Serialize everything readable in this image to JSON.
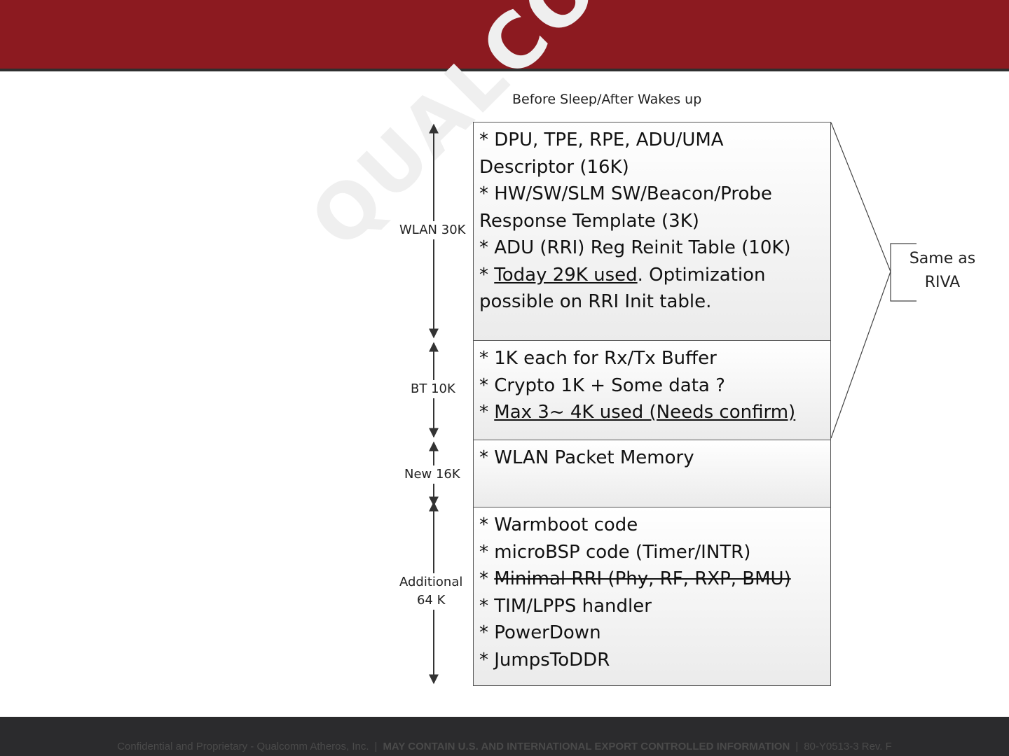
{
  "header": {
    "color": "#8c1a20"
  },
  "watermark": {
    "text": "QUALCOMM",
    "mark": "®"
  },
  "diagram": {
    "title": "Before Sleep/After Wakes up",
    "segments": [
      {
        "label": "WLAN 30K",
        "lines": [
          {
            "prefix": "* DPU, TPE, RPE, ADU/UMA",
            "styled": "",
            "suffix": ""
          },
          {
            "prefix": "Descriptor (16K)",
            "styled": "",
            "suffix": ""
          },
          {
            "prefix": "* HW/SW/SLM SW/Beacon/Probe",
            "styled": "",
            "suffix": ""
          },
          {
            "prefix": "Response Template (3K)",
            "styled": "",
            "suffix": ""
          },
          {
            "prefix": "* ADU (RRI) Reg Reinit Table (10K)",
            "styled": "",
            "suffix": ""
          },
          {
            "prefix": "* ",
            "styled": "Today 29K used",
            "suffix": ". Optimization"
          },
          {
            "prefix": "possible on RRI Init table.",
            "styled": "",
            "suffix": ""
          }
        ]
      },
      {
        "label": "BT 10K",
        "lines": [
          {
            "prefix": "* 1K each for Rx/Tx Buffer",
            "styled": "",
            "suffix": ""
          },
          {
            "prefix": "* Crypto 1K + Some data ?",
            "styled": "",
            "suffix": ""
          },
          {
            "prefix": "* ",
            "styled": "Max 3~ 4K used (Needs confirm)",
            "suffix": ""
          }
        ]
      },
      {
        "label": "New 16K",
        "lines": [
          {
            "prefix": "* WLAN Packet Memory",
            "styled": "",
            "suffix": ""
          }
        ]
      },
      {
        "label_line1": "Additional",
        "label_line2": "64 K",
        "lines": [
          {
            "prefix": "* Warmboot code",
            "styled": "",
            "suffix": ""
          },
          {
            "prefix": "* microBSP code (Timer/INTR)",
            "styled": "",
            "suffix": ""
          },
          {
            "prefix": "* ",
            "struck": "Minimal RRI (Phy, RF, RXP, BMU)",
            "suffix": ""
          },
          {
            "prefix": "* TIM/LPPS handler",
            "styled": "",
            "suffix": ""
          },
          {
            "prefix": "* PowerDown",
            "styled": "",
            "suffix": ""
          },
          {
            "prefix": "* JumpsToDDR",
            "styled": "",
            "suffix": ""
          }
        ]
      }
    ],
    "callout": {
      "line1": "Same as",
      "line2": "RIVA"
    }
  },
  "footer": {
    "confidential": "Confidential and Proprietary - Qualcomm Atheros, Inc.",
    "separator": "|",
    "export_notice": "MAY CONTAIN U.S. AND INTERNATIONAL EXPORT CONTROLLED INFORMATION",
    "doc_number": "80-Y0513-3 Rev. F"
  }
}
